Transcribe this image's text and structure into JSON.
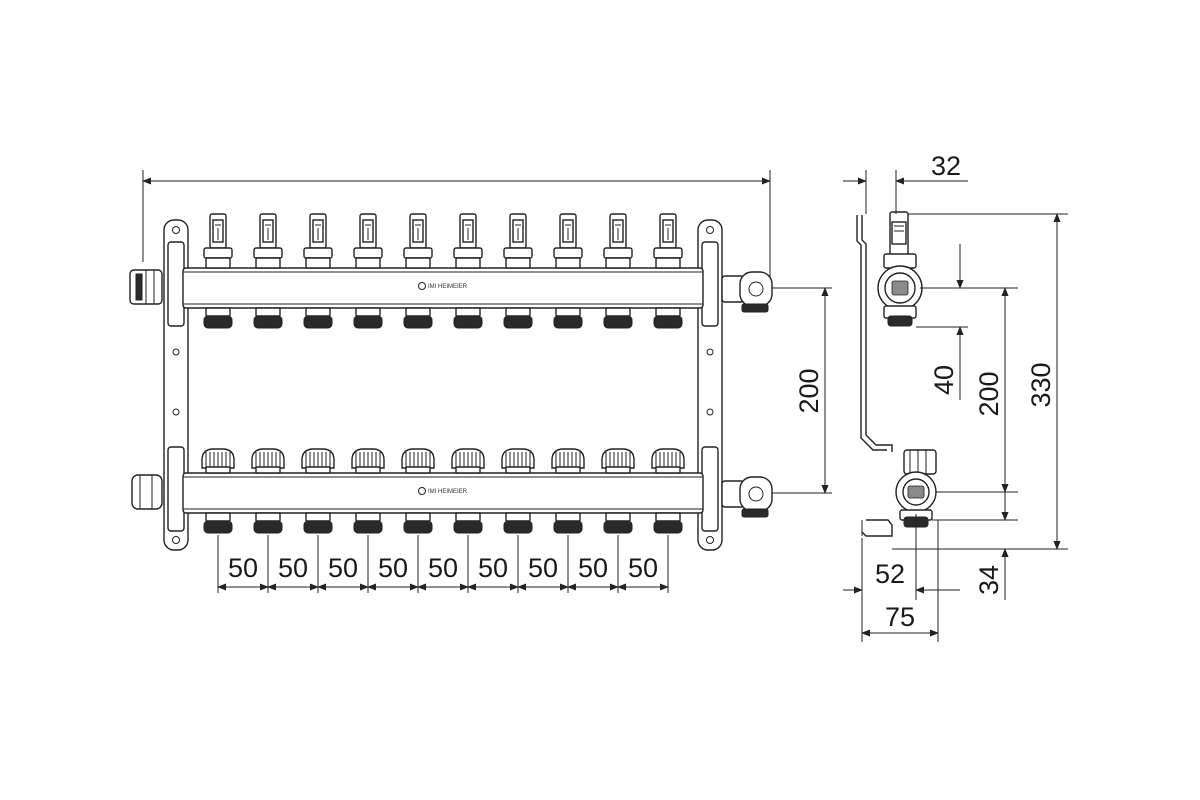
{
  "drawing": {
    "brand_label": "IMI HEIMEIER",
    "loops": 10,
    "spacing_labels": [
      "50",
      "50",
      "50",
      "50",
      "50",
      "50",
      "50",
      "50",
      "50"
    ],
    "front_view": {
      "rail_distance_label": "200"
    },
    "side_view": {
      "top_offset_label": "32",
      "valve_offset_label": "40",
      "rail_distance_label": "200",
      "total_height_label": "330",
      "depth_label": "52",
      "bottom_offset_label": "34",
      "total_depth_label": "75"
    }
  }
}
